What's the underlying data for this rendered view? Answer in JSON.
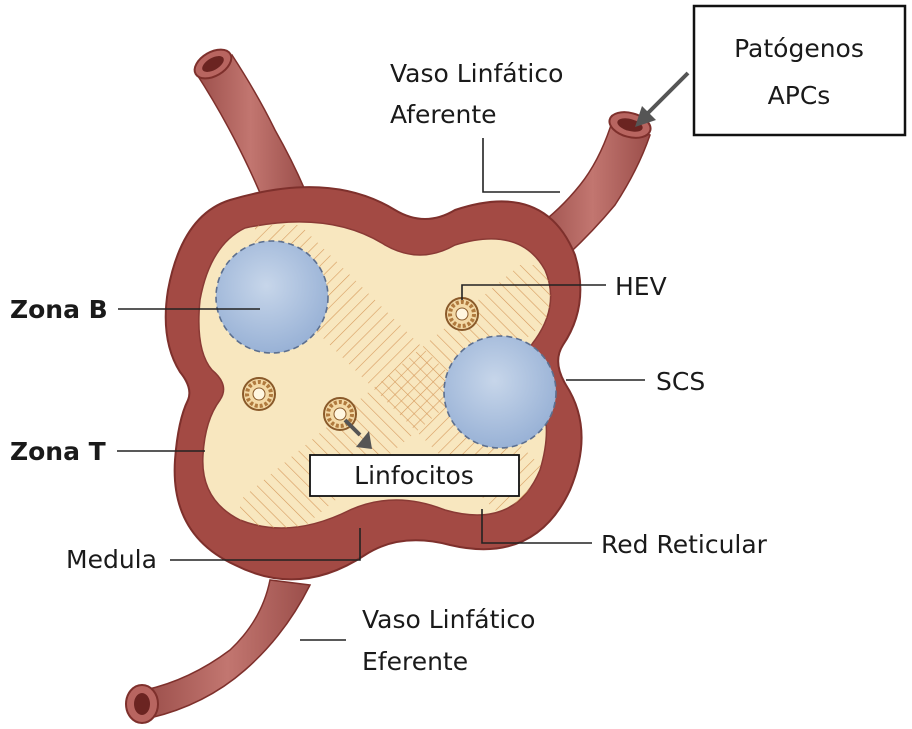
{
  "labels": {
    "pathogens_line1": "Patógenos",
    "pathogens_line2": "APCs",
    "afferent_line1": "Vaso Linfático",
    "afferent_line2": "Aferente",
    "hev": "HEV",
    "zona_b": "Zona B",
    "scs": "SCS",
    "zona_t": "Zona T",
    "linfocitos": "Linfocitos",
    "medula": "Medula",
    "red_reticular": "Red Reticular",
    "efferent_line1": "Vaso Linfático",
    "efferent_line2": "Eferente"
  },
  "colors": {
    "capsule": "#a34a44",
    "capsule_edge": "#7e302c",
    "cortex": "#f8e7bf",
    "follicle": "#a9bfdd",
    "reticular": "#d69a5d",
    "vessel": "#b86560",
    "arrow": "#555555"
  },
  "icons": {
    "incoming_arrow": "arrow-down-left-icon",
    "lymphocyte_arrow": "arrow-down-right-icon"
  }
}
